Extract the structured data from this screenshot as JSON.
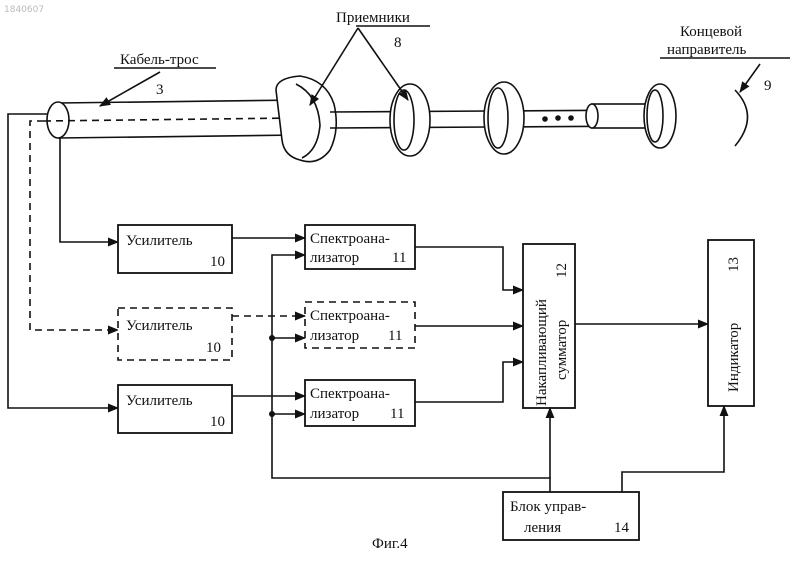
{
  "watermark": "1840607",
  "labels": {
    "receivers": "Приемники",
    "receivers_num": "8",
    "cable": "Кабель-трос",
    "cable_num": "3",
    "guide_line1": "Концевой",
    "guide_line2": "направитель",
    "guide_num": "9",
    "caption": "Фиг.4"
  },
  "blocks": {
    "amp1": {
      "text": "Усилитель",
      "num": "10"
    },
    "amp2": {
      "text": "Усилитель",
      "num": "10"
    },
    "amp3": {
      "text": "Усилитель",
      "num": "10"
    },
    "spec1": {
      "line1": "Спектроана-",
      "line2": "лизатор",
      "num": "11"
    },
    "spec2": {
      "line1": "Спектроана-",
      "line2": "лизатор",
      "num": "11"
    },
    "spec3": {
      "line1": "Спектроана-",
      "line2": "лизатор",
      "num": "11"
    },
    "adder": {
      "line1": "Накапливающий",
      "line2": "сумматор",
      "num": "12"
    },
    "indicator": {
      "text": "Индикатор",
      "num": "13"
    },
    "control": {
      "line1": "Блок управ-",
      "line2": "ления",
      "num": "14"
    }
  }
}
